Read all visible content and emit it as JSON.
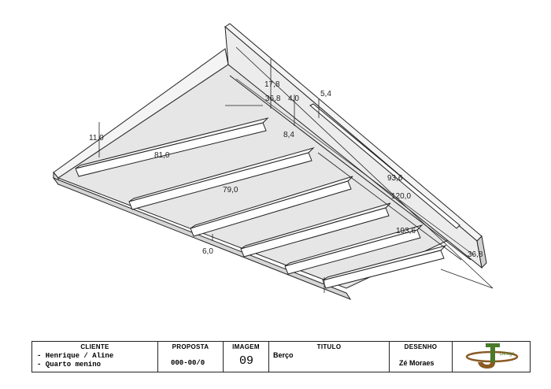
{
  "dimensions": {
    "d_11_0": "11,0",
    "d_17_8": "17,8",
    "d_36_8_top": "36,8",
    "d_4_0": "4,0",
    "d_5_4": "5,4",
    "d_81_0": "81,0",
    "d_8_4": "8,4",
    "d_79_0": "79,0",
    "d_93_6": "93,6",
    "d_120_0": "120,0",
    "d_193_6": "193,6",
    "d_6_0": "6,0",
    "d_36_8_right": "36,8"
  },
  "title_block": {
    "cliente_label": "CLIENTE",
    "cliente_line1": "- Henrique / Aline",
    "cliente_line2": "- Quarto menino",
    "proposta_label": "PROPOSTA",
    "proposta_value": "000-00/0",
    "imagem_label": "IMAGEM",
    "imagem_value": "09",
    "titulo_label": "TITULO",
    "titulo_value": "Berço",
    "desenho_label": "DESENHO",
    "desenho_value": "Zé Moraes",
    "logo_text": "Design"
  },
  "colors": {
    "panel_face": "#e6e6e6",
    "panel_top": "#f4f4f4",
    "panel_shadow": "#cfcfcf",
    "slat_top": "#f7f7f7",
    "outline": "#222222",
    "logo_green": "#4a7a2a",
    "logo_brown": "#8a5a24"
  }
}
